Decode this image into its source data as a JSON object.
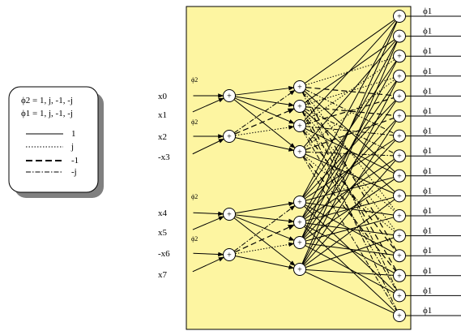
{
  "legend": {
    "line1": "ϕ2 = 1, j, -1, -j",
    "line2": "ϕ1 = 1, j, -1, -j",
    "entries": [
      {
        "style": "solid",
        "label": "1"
      },
      {
        "style": "dotted",
        "label": "j"
      },
      {
        "style": "dashed",
        "label": "-1"
      },
      {
        "style": "dashdot",
        "label": "-j"
      }
    ]
  },
  "inputs": [
    "x0",
    "x1",
    "x2",
    "-x3",
    "x4",
    "x5",
    "-x6",
    "x7"
  ],
  "phi2_labels": [
    "ϕ2",
    "ϕ2",
    "ϕ2",
    "ϕ2"
  ],
  "phi1_labels": [
    "ϕ1",
    "ϕ1",
    "ϕ1",
    "ϕ1",
    "ϕ1",
    "ϕ1",
    "ϕ1",
    "ϕ1",
    "ϕ1",
    "ϕ1",
    "ϕ1",
    "ϕ1",
    "ϕ1",
    "ϕ1",
    "ϕ1",
    "ϕ1"
  ],
  "adder_symbol": "+",
  "colors": {
    "panel_fill": "#fdf5a1",
    "panel_stroke": "#000000",
    "legend_fill": "#ffffff",
    "legend_shadow": "#808080"
  }
}
